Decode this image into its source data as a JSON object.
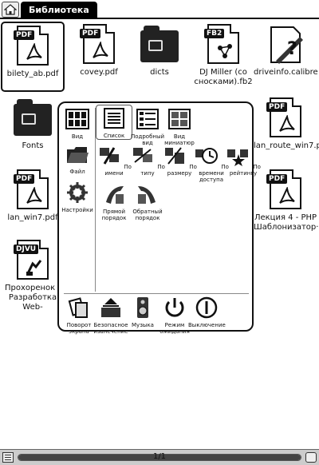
{
  "header": {
    "home_icon": "home-icon",
    "title": "Библиотека"
  },
  "files": [
    {
      "name": "bilety_ab.pdf",
      "type": "PDF",
      "selected": true
    },
    {
      "name": "covey.pdf",
      "type": "PDF"
    },
    {
      "name": "dicts",
      "type": "folder"
    },
    {
      "name": "DJ Miller (со сносками).fb2",
      "type": "FB2"
    },
    {
      "name": "driveinfo.calibre",
      "type": "calibre"
    },
    {
      "name": "Fonts",
      "type": "folder"
    },
    {
      "name": "lan_route_win7.pdf",
      "type": "PDF"
    },
    {
      "name": "lan_win7.pdf",
      "type": "PDF"
    },
    {
      "name": "Лекция 4 - PHP Шаблонизатор···",
      "type": "PDF"
    },
    {
      "name": "Прохоренок - Разработка Web-",
      "type": "DJVU"
    }
  ],
  "popup": {
    "view_label": "Вид",
    "file_label": "Файл",
    "settings_label": "Настройки",
    "list_label": "Список",
    "detailed_label": "Подробный вид",
    "thumbnails_label": "Вид миниатюр",
    "by_name_label": "По имени",
    "by_type_label": "По типу",
    "by_size_label": "По размеру",
    "by_access_label": "По времени доступа",
    "by_rating_label": "По рейтингу",
    "asc_label": "Прямой порядок",
    "desc_label": "Обратный порядок",
    "rotate_label": "Поворот экрана",
    "eject_label": "Безопасное извлечение",
    "music_label": "Музыка",
    "standby_label": "Режим ожидания",
    "shutdown_label": "Выключение"
  },
  "footer": {
    "page": "1/1",
    "progress": 1.0
  }
}
